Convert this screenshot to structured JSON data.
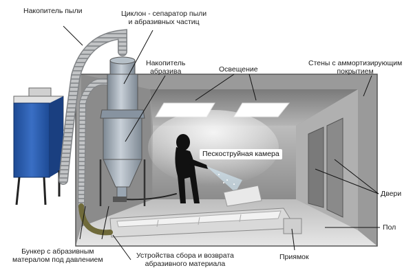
{
  "labels": {
    "dust_collector": "Накопитель пыли",
    "cyclone": [
      "Циклон - сепаратор пыли",
      "и абразивных частиц"
    ],
    "abrasive_storage": [
      "Накопитель",
      "абразива"
    ],
    "lighting": "Освещение",
    "walls": [
      "Стены с аммортизирующим",
      "покрытием"
    ],
    "blast_chamber": "Пескоструйная камера",
    "doors": "Двери",
    "floor": "Пол",
    "pit": "Приямок",
    "pressure_hopper": [
      "Бункер с абразивным",
      "матералом под давлением"
    ],
    "recovery": [
      "Устройства сбора и возврата",
      "абразивного материала"
    ]
  },
  "colors": {
    "room_wall": "#a8a8a8",
    "room_shadow": "#6f6f6f",
    "collector_blue": "#2a5aa8",
    "cyclone_steel": "#9aa6b2",
    "hose": "#b9bcbe",
    "floor_light": "#d8d8d8"
  }
}
